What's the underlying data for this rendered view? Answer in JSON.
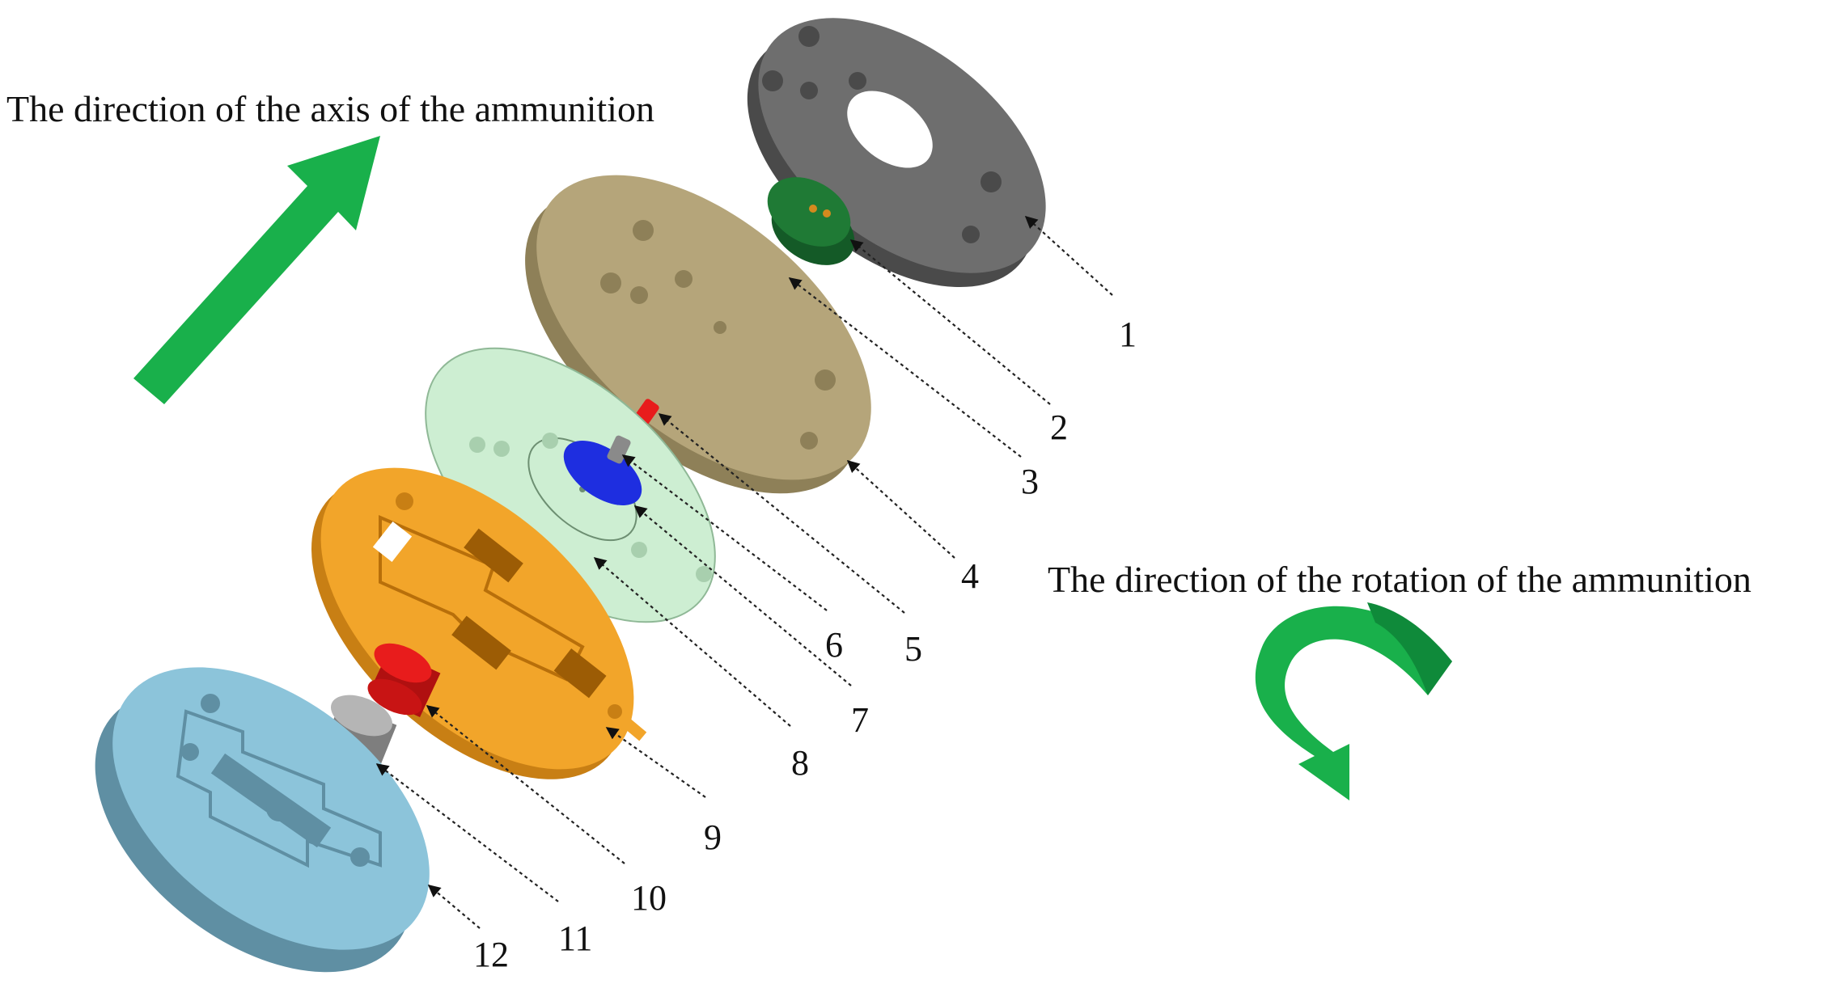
{
  "captions": {
    "axis": "The direction of the axis of the ammunition",
    "rotation": "The direction of the rotation of the ammunition"
  },
  "part_labels": [
    "1",
    "2",
    "3",
    "4",
    "5",
    "6",
    "7",
    "8",
    "9",
    "10",
    "11",
    "12"
  ],
  "colors": {
    "arrow_green": "#19b04b",
    "arrow_green_dark": "#0f8a3a",
    "plate_dark_gray": "#6e6e6e",
    "plate_khaki": "#b5a57a",
    "plate_light_green": "#cdeed2",
    "disc_blue": "#1e2ee0",
    "plate_orange": "#f2a52a",
    "plate_light_blue": "#8cc4da",
    "part_dark_green": "#1f7a35",
    "part_yellow": "#f2c000",
    "part_red": "#e81c1c",
    "part_gray": "#9a9a9a"
  }
}
